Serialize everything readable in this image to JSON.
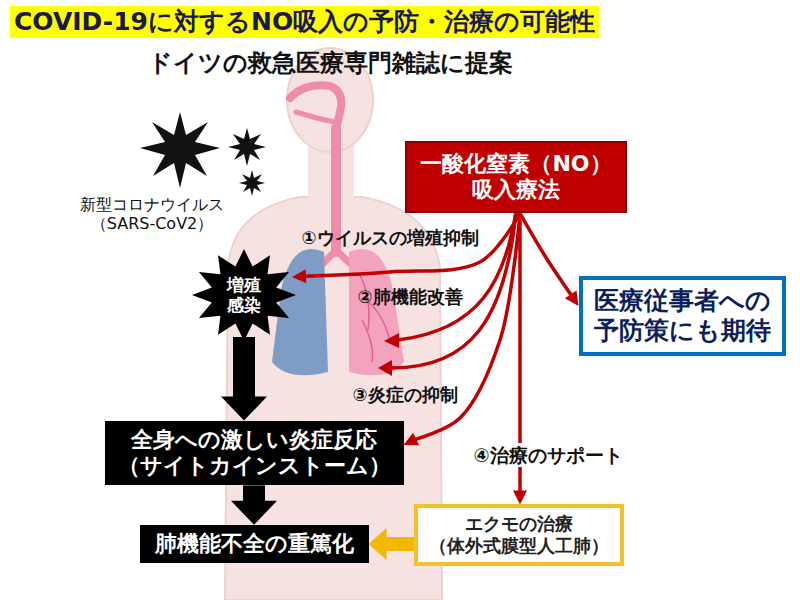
{
  "diagram": {
    "title": "COVID-19に対するNO吸入の予防・治療の可能性",
    "nodes": [
      {
        "text": [
          "一酸化窒素（NO） 吸入療法"
        ]
      },
      {
        "text": [
          "増殖 感染"
        ]
      },
      {
        "text": [
          "医療従事者への 予防策にも期待"
        ]
      },
      {
        "text": [
          "全身への激しい炎症反応 （サイトカインストーム）"
        ]
      },
      {
        "text": [
          "肺機能不全の重篤化"
        ]
      },
      {
        "text": [
          "エクモの治療 （体外式膜型人工肺）"
        ]
      }
    ],
    "edges": [
      {
        "from": 0,
        "to": 1,
        "label": "①ウイルスの増殖抑制",
        "arrow": "to"
      },
      {
        "from": 0,
        "to": 3,
        "arrow": "to"
      },
      {
        "from": 0,
        "to": 5,
        "label": "④治療のサポート",
        "arrow": "to"
      },
      {
        "from": 0,
        "to": 2,
        "arrow": "to"
      },
      {
        "from": 1,
        "to": 3,
        "arrow": "to"
      },
      {
        "from": 3,
        "to": 4,
        "arrow": "to"
      },
      {
        "from": 5,
        "to": 4,
        "arrow": "to"
      }
    ],
    "labels": [
      "ドイツの救急医療専門雑誌に提案",
      "新型コロナウイルス （SARS-CoV2）",
      "②肺機能改善",
      "③炎症の抑制"
    ]
  }
}
